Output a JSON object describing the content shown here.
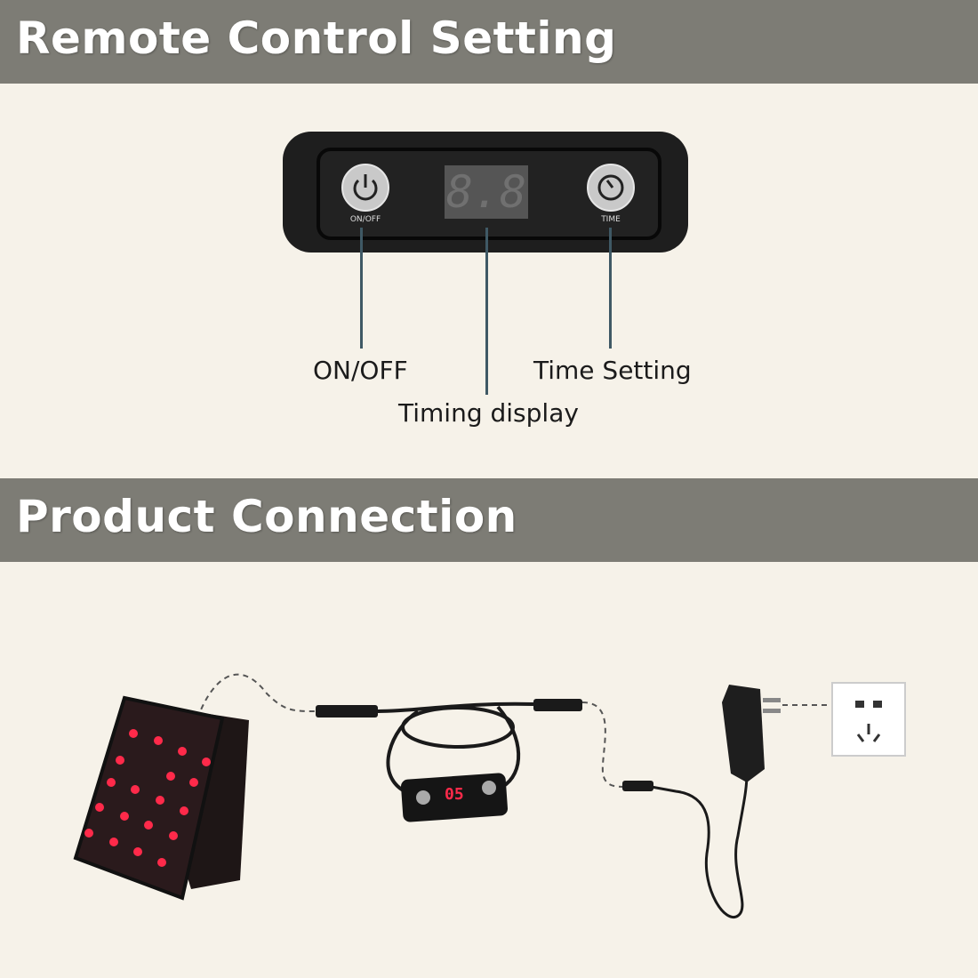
{
  "sections": {
    "remote_title": "Remote Control Setting",
    "connection_title": "Product Connection"
  },
  "remote": {
    "on_off_button_label": "ON/OFF",
    "time_button_label": "TIME",
    "display_value": "8.8",
    "callouts": {
      "on_off": "ON/OFF",
      "timing_display": "Timing display",
      "time_setting": "Time Setting"
    }
  },
  "connection": {
    "controller_display_value": "05",
    "led_color": "#ff2a4a"
  }
}
